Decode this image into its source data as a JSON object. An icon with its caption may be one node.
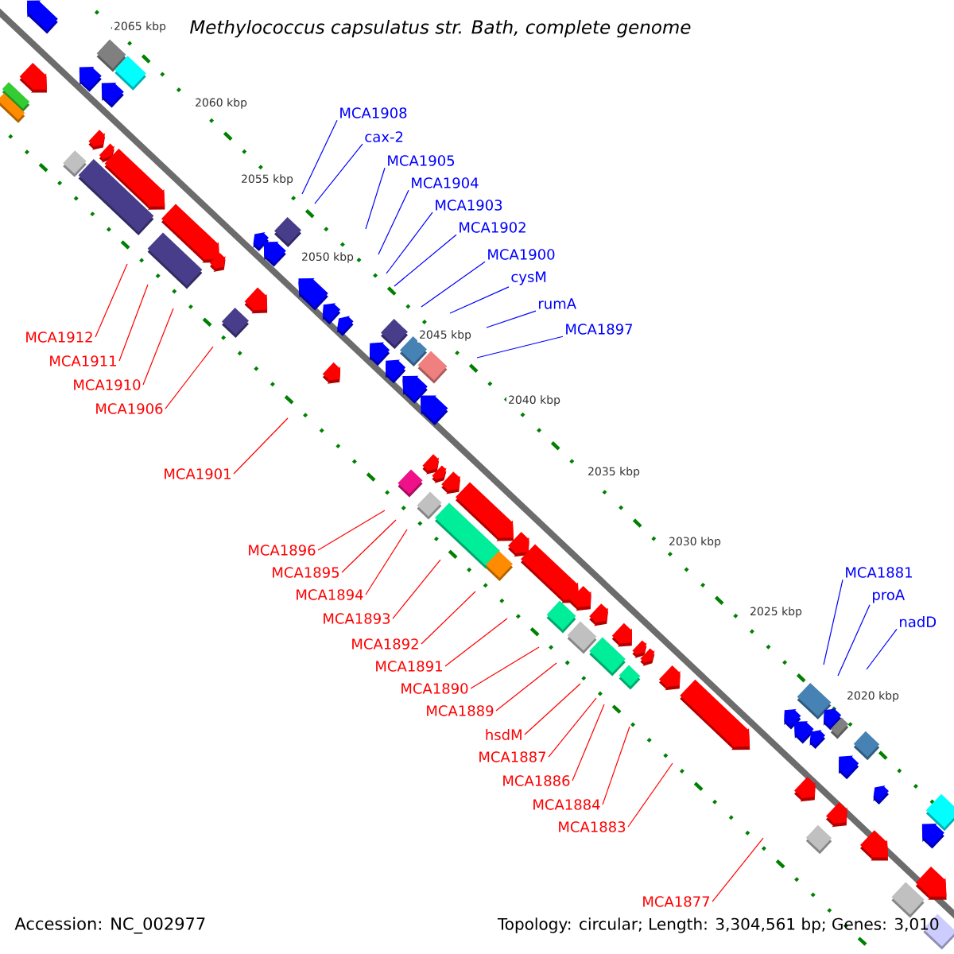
{
  "diagram": {
    "title": "Methylococcus capsulatus str. Bath, complete genome",
    "nodes": [
      {
        "text": [
          "MCA1908"
        ]
      },
      {
        "text": [
          "cax-2"
        ]
      },
      {
        "text": [
          "MCA1905"
        ]
      },
      {
        "text": [
          "MCA1904"
        ]
      },
      {
        "text": [
          "MCA1903"
        ]
      },
      {
        "text": [
          "MCA1902"
        ]
      },
      {
        "text": [
          "MCA1900"
        ]
      },
      {
        "text": [
          "cysM"
        ]
      },
      {
        "text": [
          "rumA"
        ]
      },
      {
        "text": [
          "MCA1897"
        ]
      },
      {
        "text": [
          "MCA1912"
        ]
      },
      {
        "text": [
          "MCA1911"
        ]
      },
      {
        "text": [
          "MCA1910"
        ]
      },
      {
        "text": [
          "MCA1906"
        ]
      },
      {
        "text": [
          "MCA1901"
        ]
      },
      {
        "text": [
          "MCA1896"
        ]
      },
      {
        "text": [
          "MCA1895"
        ]
      },
      {
        "text": [
          "MCA1894"
        ]
      },
      {
        "text": [
          "MCA1893"
        ]
      },
      {
        "text": [
          "MCA1892"
        ]
      },
      {
        "text": [
          "MCA1891"
        ]
      },
      {
        "text": [
          "MCA1890"
        ]
      },
      {
        "text": [
          "MCA1889"
        ]
      },
      {
        "text": [
          "hsdM"
        ]
      },
      {
        "text": [
          "MCA1887"
        ]
      },
      {
        "text": [
          "MCA1886"
        ]
      },
      {
        "text": [
          "MCA1884"
        ]
      },
      {
        "text": [
          "MCA1883"
        ]
      },
      {
        "text": [
          "MCA1877"
        ]
      },
      {
        "text": [
          "MCA1881"
        ]
      },
      {
        "text": [
          "proA"
        ]
      },
      {
        "text": [
          "nadD"
        ]
      }
    ],
    "edges": [
      {
        "from": 0,
        "to": null,
        "arrow": "none",
        "color": "#0000ff"
      },
      {
        "from": 1,
        "to": null,
        "arrow": "none",
        "color": "#0000ff"
      },
      {
        "from": 2,
        "to": null,
        "arrow": "none",
        "color": "#0000ff"
      },
      {
        "from": 3,
        "to": null,
        "arrow": "none",
        "color": "#0000ff"
      },
      {
        "from": 4,
        "to": null,
        "arrow": "none",
        "color": "#0000ff"
      },
      {
        "from": 5,
        "to": null,
        "arrow": "none",
        "color": "#0000ff"
      },
      {
        "from": 6,
        "to": null,
        "arrow": "none",
        "color": "#0000ff"
      },
      {
        "from": 7,
        "to": null,
        "arrow": "none",
        "color": "#0000ff"
      },
      {
        "from": 8,
        "to": null,
        "arrow": "none",
        "color": "#0000ff"
      },
      {
        "from": 9,
        "to": null,
        "arrow": "none",
        "color": "#0000ff"
      },
      {
        "from": 10,
        "to": null,
        "arrow": "none"
      },
      {
        "from": 11,
        "to": null,
        "arrow": "none"
      },
      {
        "from": 12,
        "to": null,
        "arrow": "none"
      },
      {
        "from": 13,
        "to": null,
        "arrow": "none"
      },
      {
        "from": 14,
        "to": null,
        "arrow": "none"
      },
      {
        "from": 15,
        "to": null,
        "arrow": "none"
      },
      {
        "from": 16,
        "to": null,
        "arrow": "none"
      },
      {
        "from": 17,
        "to": null,
        "arrow": "none"
      },
      {
        "from": 18,
        "to": null,
        "arrow": "none"
      },
      {
        "from": 19,
        "to": null,
        "arrow": "none"
      },
      {
        "from": 20,
        "to": null,
        "arrow": "none"
      },
      {
        "from": 21,
        "to": null,
        "arrow": "none"
      },
      {
        "from": 22,
        "to": null,
        "arrow": "none"
      },
      {
        "from": 23,
        "to": null,
        "arrow": "none"
      },
      {
        "from": 24,
        "to": null,
        "arrow": "none"
      },
      {
        "from": 25,
        "to": null,
        "arrow": "none"
      },
      {
        "from": 26,
        "to": null,
        "arrow": "none"
      },
      {
        "from": 27,
        "to": null,
        "arrow": "none"
      },
      {
        "from": 28,
        "to": null,
        "arrow": "none"
      },
      {
        "from": 29,
        "to": null,
        "arrow": "none",
        "color": "#0000ff"
      },
      {
        "from": 30,
        "to": null,
        "arrow": "none",
        "color": "#0000ff"
      },
      {
        "from": 31,
        "to": null,
        "arrow": "none",
        "color": "#0000ff"
      }
    ],
    "labels": [
      "2065 kbp",
      "2060 kbp",
      "2055 kbp",
      "2050 kbp",
      "2045 kbp",
      "2040 kbp",
      "2035 kbp",
      "2030 kbp",
      "2025 kbp",
      "2020 kbp",
      "Accession: NC_002977",
      "Topology: circular; Length: 3,304,561 bp; Genes: 3,010"
    ]
  }
}
